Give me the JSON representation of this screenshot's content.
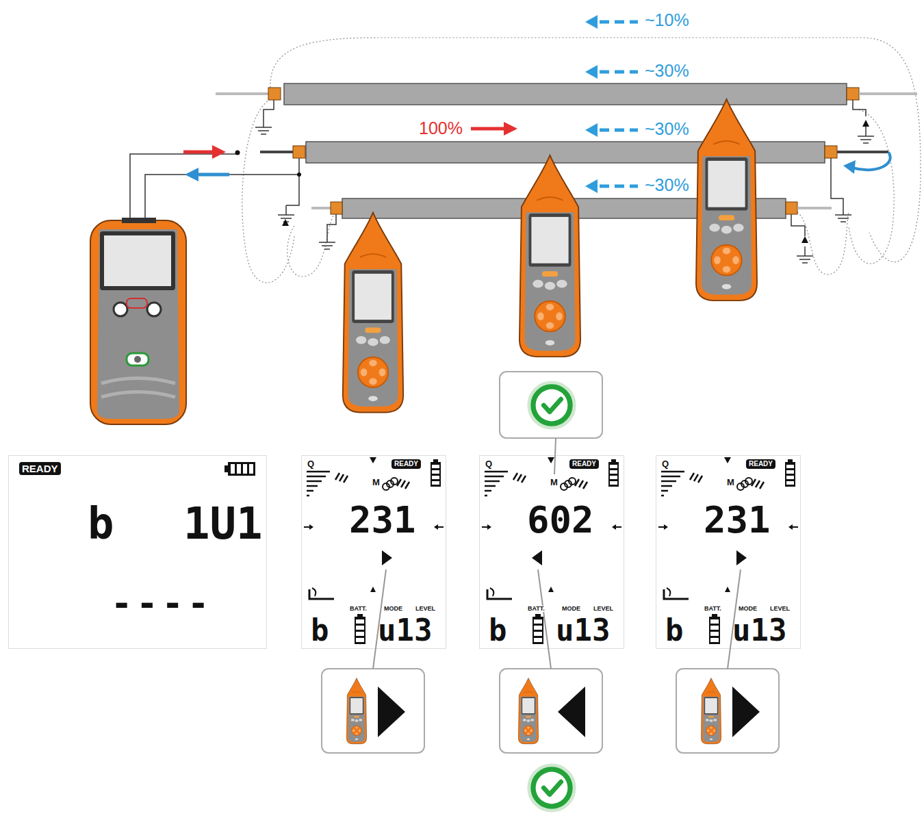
{
  "diagram": {
    "nodes": [
      {
        "text": [
          "READY",
          "b",
          "1U1",
          "----"
        ]
      },
      {
        "text": [
          "Q",
          "READY",
          "M",
          "231",
          "BATT.",
          "MODE",
          "LEVEL",
          "b",
          "u13"
        ]
      },
      {
        "text": [
          "Q",
          "READY",
          "M",
          "602",
          "BATT.",
          "MODE",
          "LEVEL",
          "b",
          "u13"
        ]
      },
      {
        "text": [
          "Q",
          "READY",
          "M",
          "231",
          "BATT.",
          "MODE",
          "LEVEL",
          "b",
          "u13"
        ]
      }
    ],
    "labels": [
      "~10%",
      "~30%",
      "100%",
      "~30%",
      "~30%"
    ]
  }
}
